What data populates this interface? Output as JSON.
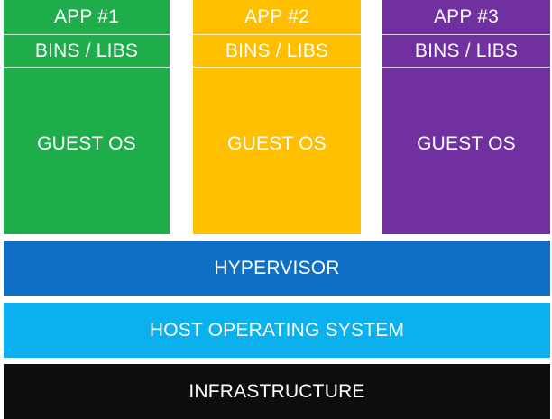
{
  "stacks": [
    {
      "app": "APP #1",
      "bins": "BINS / LIBS",
      "os": "GUEST OS",
      "color": "#1fac4b"
    },
    {
      "app": "APP #2",
      "bins": "BINS / LIBS",
      "os": "GUEST OS",
      "color": "#fdbf00"
    },
    {
      "app": "APP #3",
      "bins": "BINS / LIBS",
      "os": "GUEST OS",
      "color": "#7030a0"
    }
  ],
  "layers": {
    "hypervisor": {
      "label": "HYPERVISOR",
      "color": "#0f6fc6"
    },
    "host_os": {
      "label": "HOST OPERATING SYSTEM",
      "color": "#0ab1ee"
    },
    "infrastructure": {
      "label": "INFRASTRUCTURE",
      "color": "#0d0d0d"
    }
  }
}
